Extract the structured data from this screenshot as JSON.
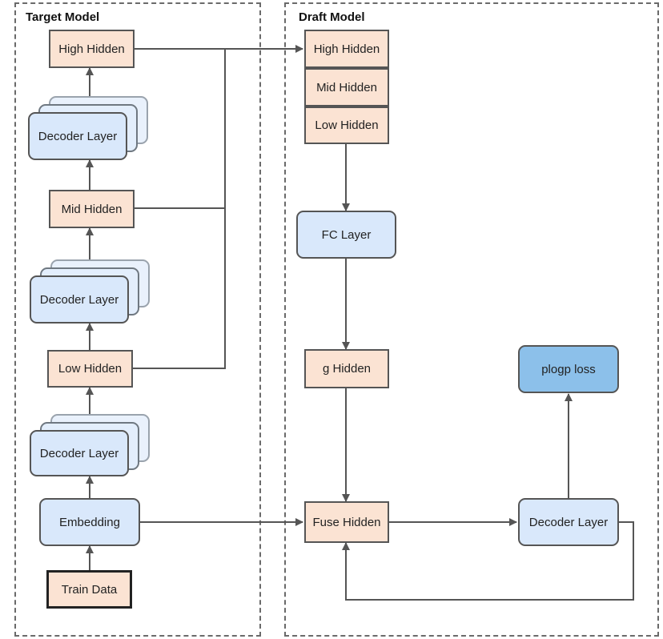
{
  "target_model": {
    "title": "Target Model",
    "high_hidden": "High Hidden",
    "decoder_layer_top": "Decoder Layer",
    "mid_hidden": "Mid Hidden",
    "decoder_layer_middle": "Decoder Layer",
    "low_hidden": "Low Hidden",
    "decoder_layer_bottom": "Decoder Layer",
    "embedding": "Embedding",
    "train_data": "Train Data"
  },
  "draft_model": {
    "title": "Draft Model",
    "high_hidden": "High Hidden",
    "mid_hidden": "Mid Hidden",
    "low_hidden": "Low Hidden",
    "fc_layer": "FC Layer",
    "g_hidden": "g Hidden",
    "fuse_hidden": "Fuse Hidden",
    "decoder_layer": "Decoder Layer",
    "loss": "plogp loss"
  },
  "colors": {
    "hidden_fill": "#fbe3d3",
    "layer_fill": "#d9e8fb",
    "loss_fill": "#8cc0ea",
    "line": "#555555"
  }
}
